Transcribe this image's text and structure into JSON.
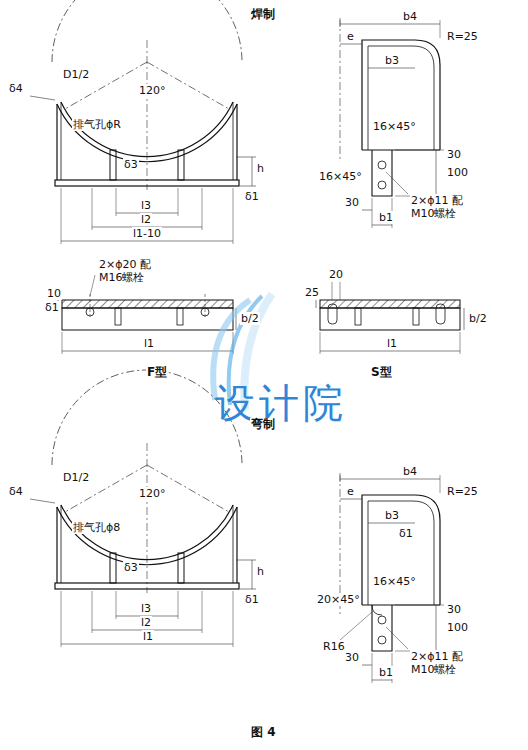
{
  "diagram": {
    "caption": "图 4",
    "labels": [
      "焊制",
      "δ4",
      "D1/2",
      "120°",
      "排气孔ϕR",
      "δ3",
      "h",
      "δ1",
      "l3",
      "l2",
      "l1-10",
      "b4",
      "e",
      "b3",
      "R=25",
      "16×45°",
      "16×45°",
      "100",
      "30",
      "2×ϕ11 配M10螺栓",
      "30",
      "b1",
      "10",
      "2×ϕ20 配M16螺栓",
      "δ1",
      "b/2",
      "l1",
      "F型",
      "25",
      "20",
      "b/2",
      "l1",
      "S型",
      "设计院",
      "弯制",
      "δ4",
      "D1/2",
      "120°",
      "排气孔ϕ8",
      "δ3",
      "h",
      "δ1",
      "l3",
      "l2",
      "l1",
      "b4",
      "e",
      "b3",
      "R=25",
      "δ1",
      "16×45°",
      "20×45°",
      "100",
      "30",
      "R16",
      "2×ϕ11 配M10螺栓",
      "30",
      "b1"
    ]
  }
}
